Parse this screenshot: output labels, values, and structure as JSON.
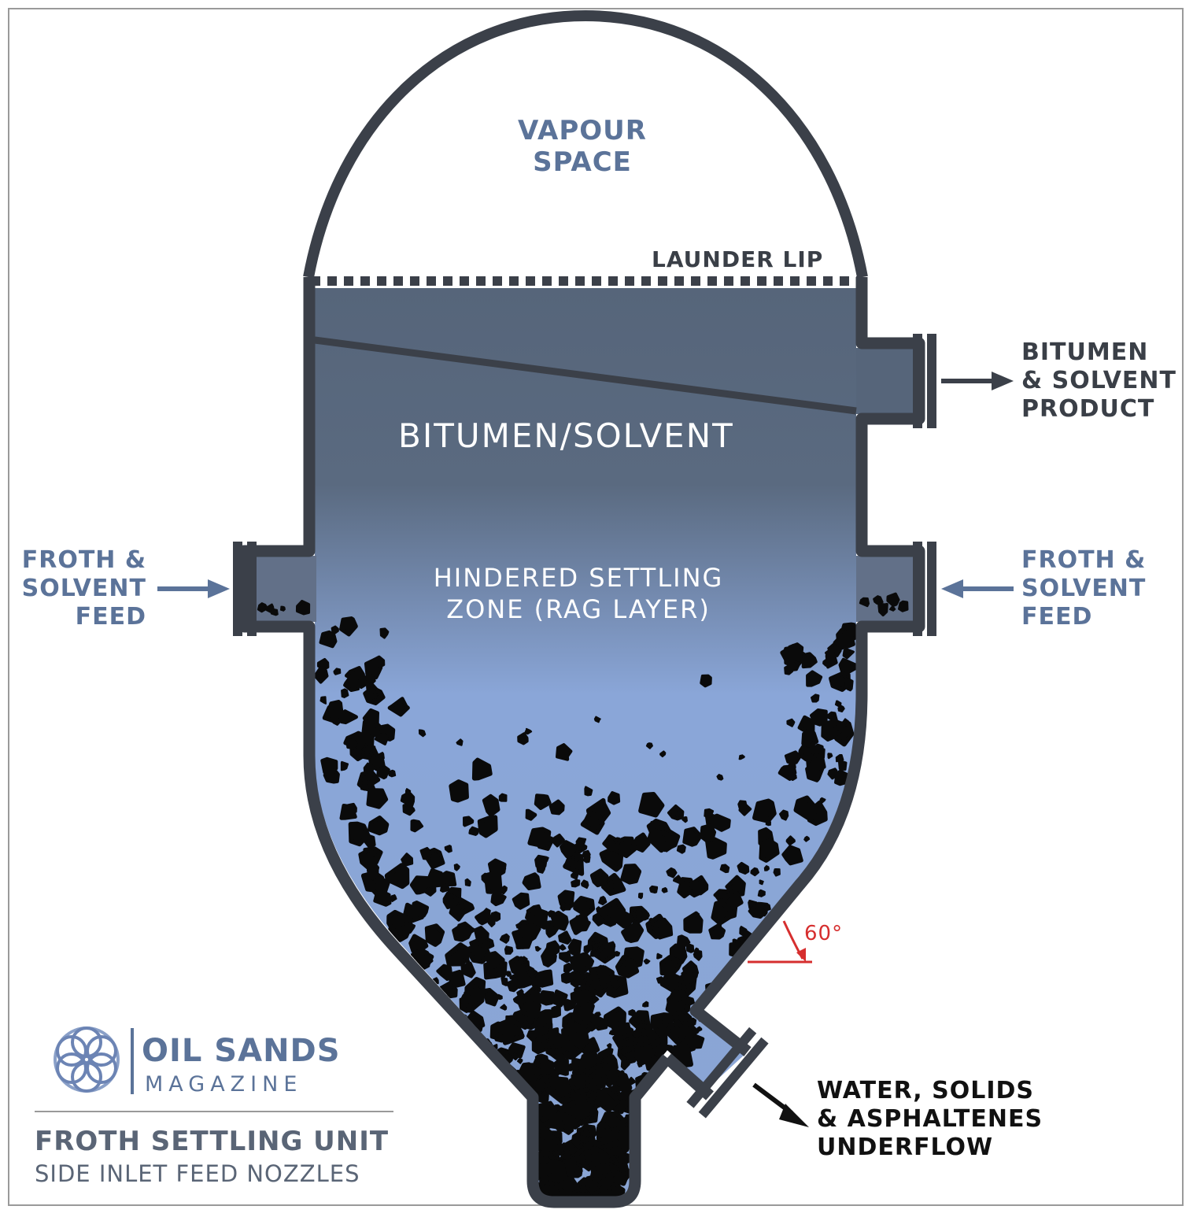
{
  "labels": {
    "vapour_space": "VAPOUR\nSPACE",
    "launder_lip": "LAUNDER LIP",
    "bitumen_solvent": "BITUMEN/SOLVENT",
    "hindered_settling": "HINDERED SETTLING\nZONE (RAG LAYER)",
    "product": "BITUMEN\n& SOLVENT\nPRODUCT",
    "feed_left": "FROTH &\nSOLVENT\nFEED",
    "feed_right": "FROTH &\nSOLVENT\nFEED",
    "underflow": "WATER, SOLIDS\n& ASPHALTENES\nUNDERFLOW",
    "angle": "60°"
  },
  "logo": {
    "line1": "OIL SANDS",
    "line2": "MAGAZINE"
  },
  "caption": {
    "title": "FROTH SETTLING UNIT",
    "subtitle": "SIDE INLET FEED NOZZLES"
  },
  "colors": {
    "vessel_wall": "#3b4049",
    "bitumen": "#56657a",
    "water": "#8ba6d6",
    "solids": "#0a0a0a",
    "accent_label": "#5b7399",
    "angle": "#d62e2e"
  }
}
